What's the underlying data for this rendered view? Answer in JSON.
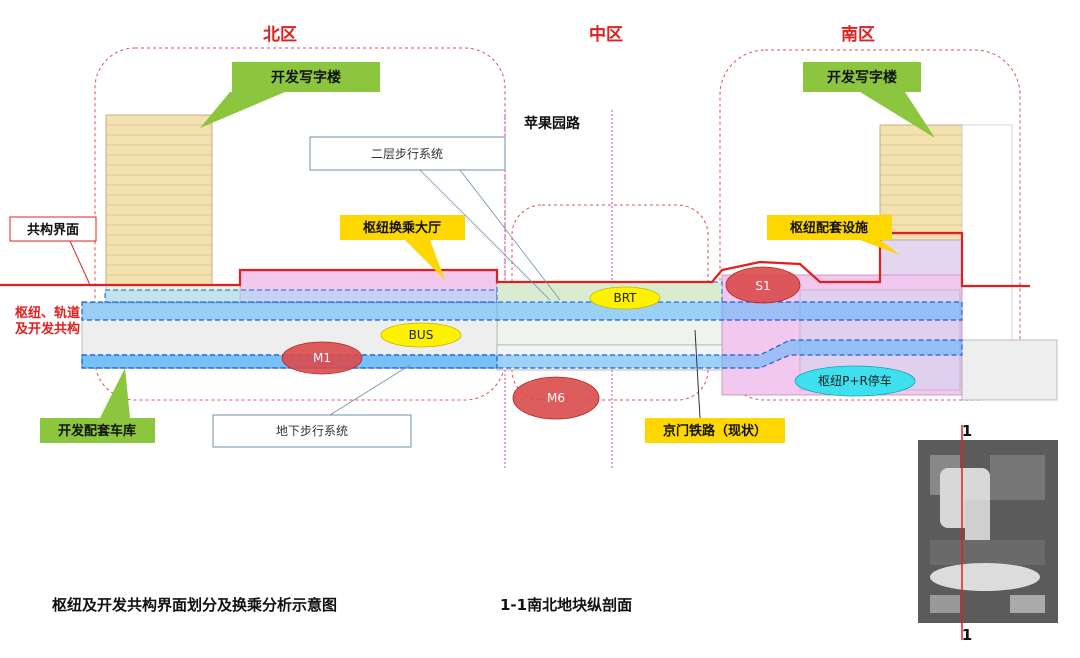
{
  "zones": {
    "north": "北区",
    "middle": "中区",
    "south": "南区"
  },
  "callouts": {
    "office_north": "开发写字楼",
    "office_south": "开发写字楼",
    "interface": "共构界面",
    "hub_hall": "枢纽换乘大厅",
    "hub_facility": "枢纽配套设施",
    "garage": "开发配套车库",
    "railway": "京门铁路（现状）",
    "road": "苹果园路"
  },
  "side_label": {
    "line1": "枢纽、轨道",
    "line2": "及开发共构"
  },
  "boxes": {
    "second_floor": "二层步行系统",
    "underground": "地下步行系统"
  },
  "ovals": {
    "brt": "BRT",
    "bus": "BUS",
    "m1": "M1",
    "m6": "M6",
    "s1": "S1",
    "pr": "枢纽P+R停车"
  },
  "captions": {
    "left": "枢纽及开发共构界面划分及换乘分析示意图",
    "right": "1-1南北地块纵剖面"
  },
  "section_marks": {
    "top": "1",
    "bottom": "1"
  },
  "colors": {
    "red": "#e02020",
    "green": "#8cc63f",
    "yellow": "#ffd700",
    "blue_band": "#58b4ff",
    "pink": "#f2c8ee",
    "tan": "#f3e2b0",
    "dash_blue": "#1a5fd6"
  }
}
